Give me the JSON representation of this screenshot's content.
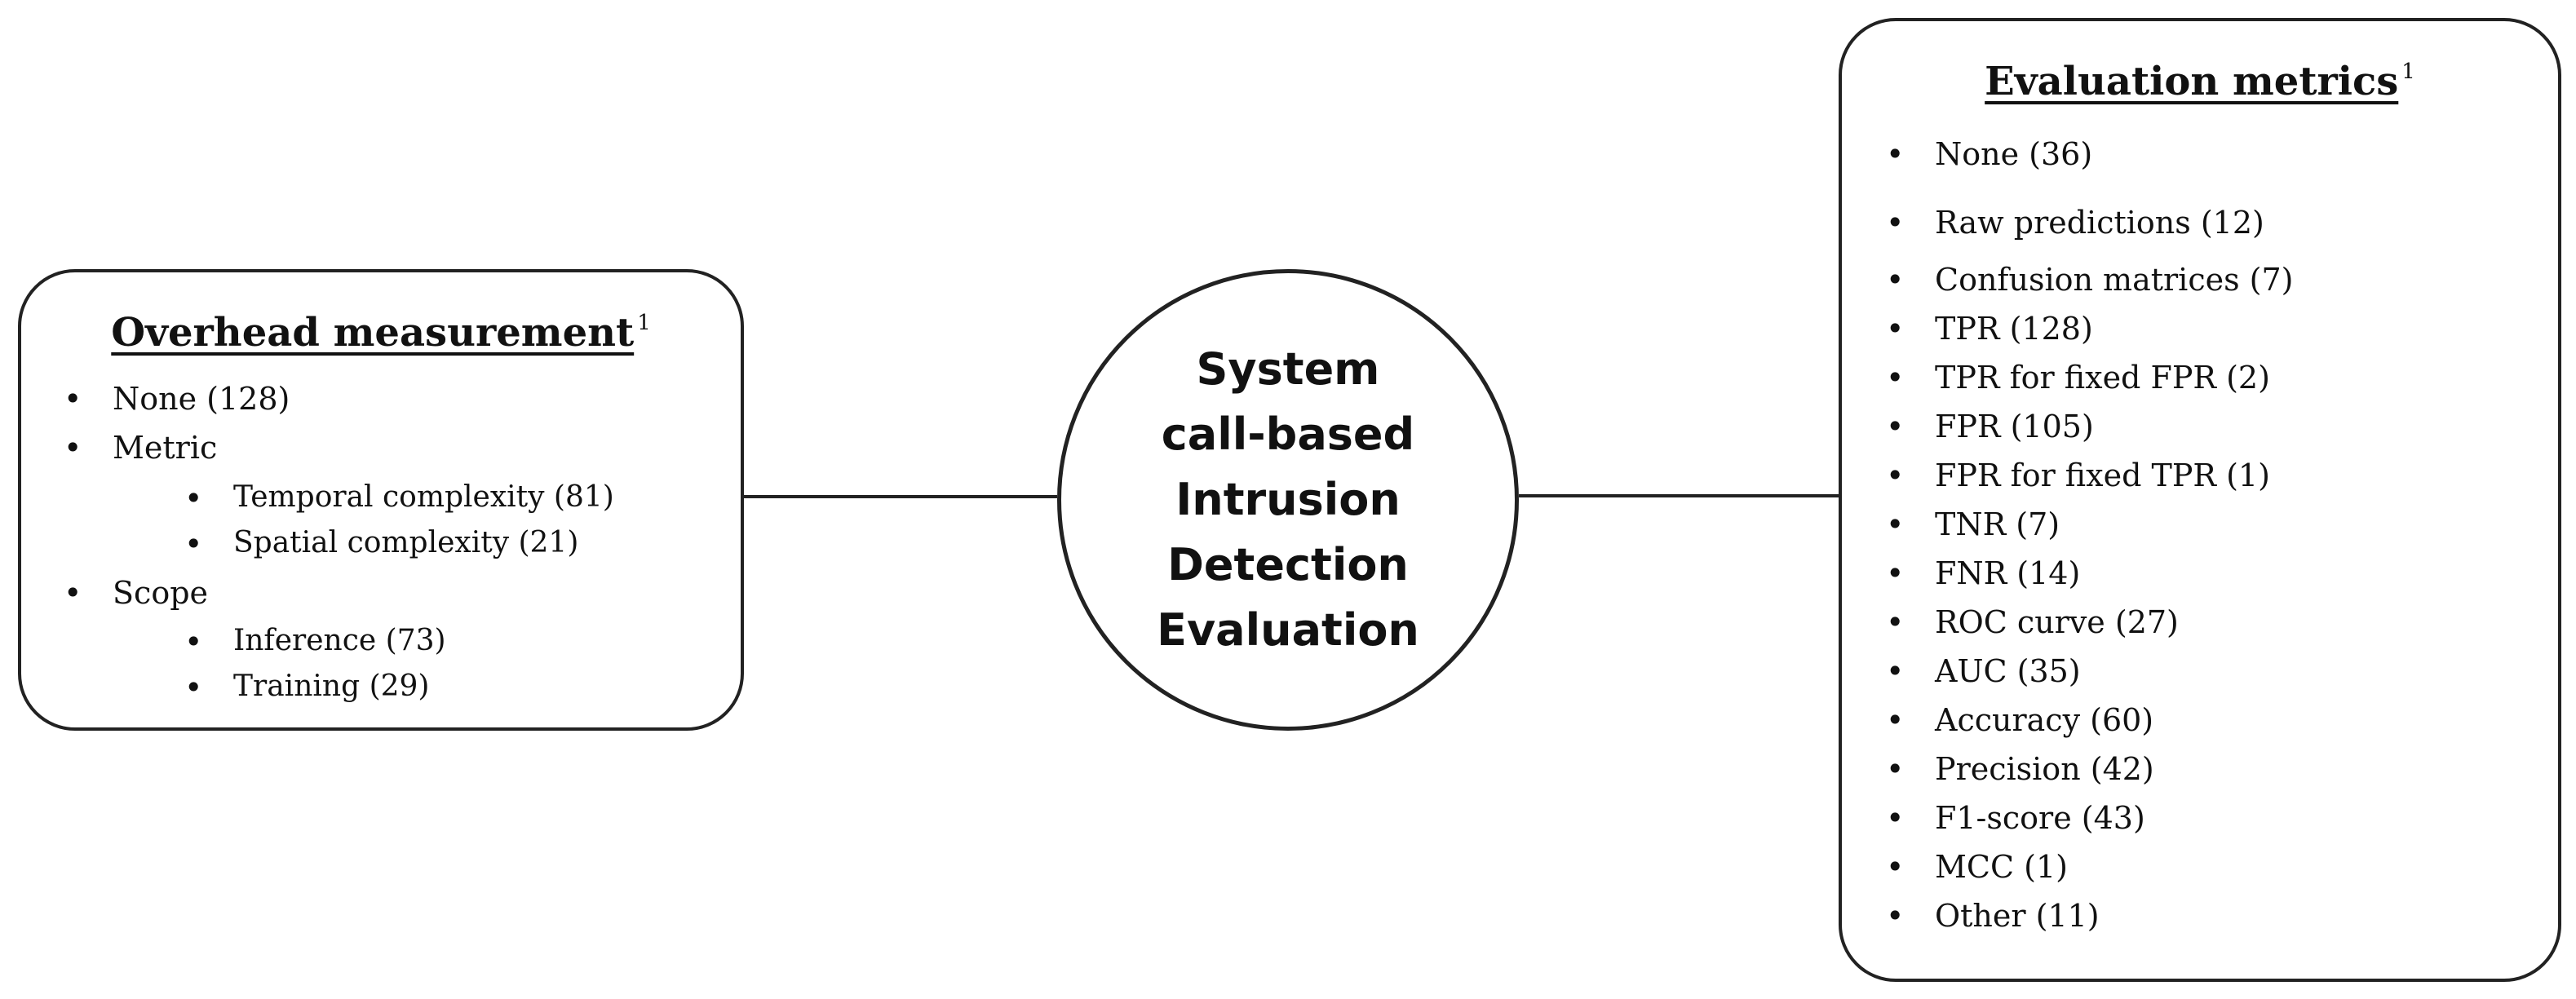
{
  "center": {
    "lines": [
      "System",
      "call-based",
      "Intrusion",
      "Detection",
      "Evaluation"
    ]
  },
  "left_box": {
    "title": "Overhead measurement",
    "title_sup": "1",
    "bullet": "•",
    "items": [
      {
        "label": "None (128)",
        "level": 1
      },
      {
        "label": "Metric",
        "level": 1
      },
      {
        "label": "Temporal complexity (81)",
        "level": 2
      },
      {
        "label": "Spatial complexity (21)",
        "level": 2
      },
      {
        "label": "Scope",
        "level": 1
      },
      {
        "label": "Inference (73)",
        "level": 2
      },
      {
        "label": "Training (29)",
        "level": 2
      }
    ]
  },
  "right_box": {
    "title": "Evaluation metrics",
    "title_sup": "1",
    "bullet": "•",
    "items": [
      {
        "label": "None (36)"
      },
      {
        "label": "Raw predictions (12)"
      },
      {
        "label": "Confusion matrices (7)"
      },
      {
        "label": "TPR (128)"
      },
      {
        "label": "TPR for fixed FPR (2)"
      },
      {
        "label": "FPR (105)"
      },
      {
        "label": "FPR for fixed TPR (1)"
      },
      {
        "label": "TNR (7)"
      },
      {
        "label": "FNR (14)"
      },
      {
        "label": "ROC curve (27)"
      },
      {
        "label": "AUC (35)"
      },
      {
        "label": "Accuracy (60)"
      },
      {
        "label": "Precision (42)"
      },
      {
        "label": "F1-score (43)"
      },
      {
        "label": "MCC (1)"
      },
      {
        "label": "Other (11)"
      }
    ]
  }
}
